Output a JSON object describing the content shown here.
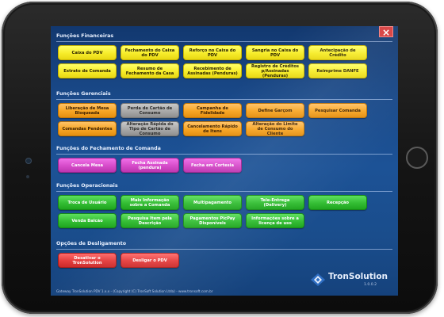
{
  "window": {
    "close_label": "×"
  },
  "sections": {
    "financeiras": {
      "title": "Funções Financeiras",
      "buttons": [
        {
          "label": "Caixa do PDV"
        },
        {
          "label": "Fechamento do Caixa do PDV"
        },
        {
          "label": "Reforço no Caixa do PDV"
        },
        {
          "label": "Sangria no Caixa do PDV"
        },
        {
          "label": "Antecipação de Crédito"
        },
        {
          "label": "Extrato de Comanda"
        },
        {
          "label": "Resumo de Fechamento da Casa"
        },
        {
          "label": "Recebimento de Assinadas (Penduras)"
        },
        {
          "label": "Registro de Créditos p/Assinadas (Penduras)"
        },
        {
          "label": "Reimprime DANFE"
        }
      ]
    },
    "gerenciais": {
      "title": "Funções Gerenciais",
      "buttons": [
        {
          "label": "Liberação de Mesa Bloqueada"
        },
        {
          "label": "Perda de Cartão de Consumo"
        },
        {
          "label": "Campanha de Fidelidade"
        },
        {
          "label": "Define Garçom"
        },
        {
          "label": "Pesquisar Comanda"
        },
        {
          "label": "Comandas Pendentes"
        },
        {
          "label": "Alteração Rápida do Tipo de Cartão de Consumo"
        },
        {
          "label": "Cancelamento Rápido de Itens"
        },
        {
          "label": "Alteração do Limite de Consumo do Cliente"
        }
      ]
    },
    "fechamento": {
      "title": "Funções do Fechamento de Comanda",
      "buttons": [
        {
          "label": "Cancela Mesa"
        },
        {
          "label": "Fecha Assinada (pendura)"
        },
        {
          "label": "Fecha em Cortesia"
        }
      ]
    },
    "operacionais": {
      "title": "Funções Operacionais",
      "buttons": [
        {
          "label": "Troca de Usuário"
        },
        {
          "label": "Mais Informação sobre a Comanda"
        },
        {
          "label": "Multipagamento"
        },
        {
          "label": "Tele-Entrega (Delivery)"
        },
        {
          "label": "Recepção"
        },
        {
          "label": "Venda Balcão"
        },
        {
          "label": "Pesquisa Item pela Descrição"
        },
        {
          "label": "Pagamentos PicPay Disponíveis"
        },
        {
          "label": "Informações sobre a licença de uso"
        }
      ]
    },
    "desligamento": {
      "title": "Opções de Desligamento",
      "buttons": [
        {
          "label": "Desativar o TronSolution"
        },
        {
          "label": "Desligar o PDV"
        }
      ]
    }
  },
  "footer": {
    "text": "Gateway TronSolution PDV 1.x.x - (Copyright (C) TronSoft Solution Ltda) - www.tronsoft.com.br",
    "brand_name": "TronSolution",
    "brand_version": "1.0.0.2"
  },
  "colors": {
    "financeiras": "#f7ec2a",
    "gerenciais": "#f7a524",
    "gerenciais_disabled": "#a9a9a9",
    "fechamento": "#d64bc9",
    "operacionais": "#33bd33",
    "desligamento": "#e43c3c",
    "screen_background": "#1a4a8a"
  }
}
